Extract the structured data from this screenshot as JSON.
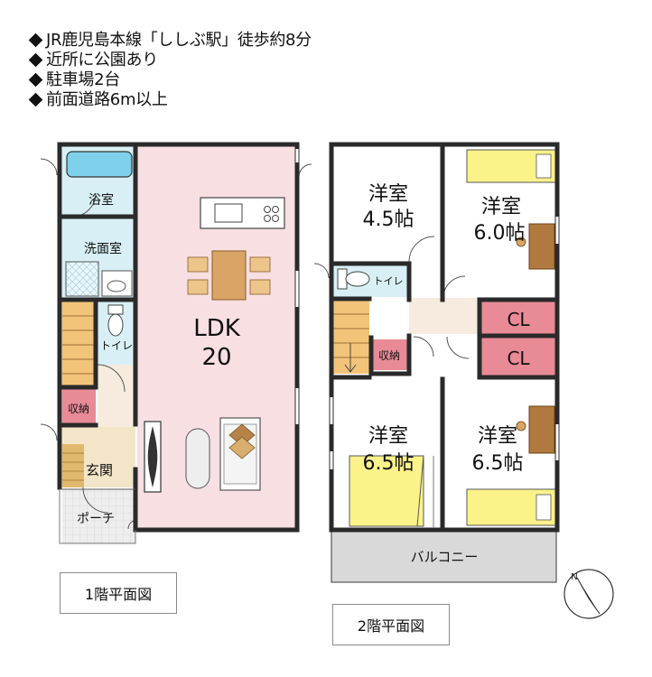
{
  "features": [
    "JR鹿児島本線「ししぶ駅」徒歩約8分",
    "近所に公園あり",
    "駐車場2台",
    "前面道路6m以上"
  ],
  "floor1": {
    "label": "1階平面図",
    "rooms": {
      "bath": "浴室",
      "washroom": "洗面室",
      "toilet": "トイレ",
      "storage": "収納",
      "entrance": "玄関",
      "porch": "ポーチ",
      "ldk_name": "LDK",
      "ldk_size": "20"
    }
  },
  "floor2": {
    "label": "2階平面図",
    "rooms": {
      "western_1_name": "洋室",
      "western_1_size": "4.5帖",
      "western_2_name": "洋室",
      "western_2_size": "6.0帖",
      "western_3_name": "洋室",
      "western_3_size": "6.5帖",
      "western_4_name": "洋室",
      "western_4_size": "6.5帖",
      "toilet": "トイレ",
      "storage": "収納",
      "closet_1": "CL",
      "closet_2": "CL",
      "balcony": "バルコニー"
    }
  },
  "compass_letter": "N",
  "colors": {
    "ldk": "#f7dfe2",
    "wet_area": "#d8f0f5",
    "closet": "#e88b97",
    "bed": "#fbf28a",
    "stairs": "#f2c47a",
    "entrance": "#f3e6c8",
    "balcony": "#d9d9d9",
    "porch": "#e9e9e9",
    "floor_light": "#f6ebde",
    "wall": "#2a2a2a",
    "desk": "#b07a3e"
  }
}
